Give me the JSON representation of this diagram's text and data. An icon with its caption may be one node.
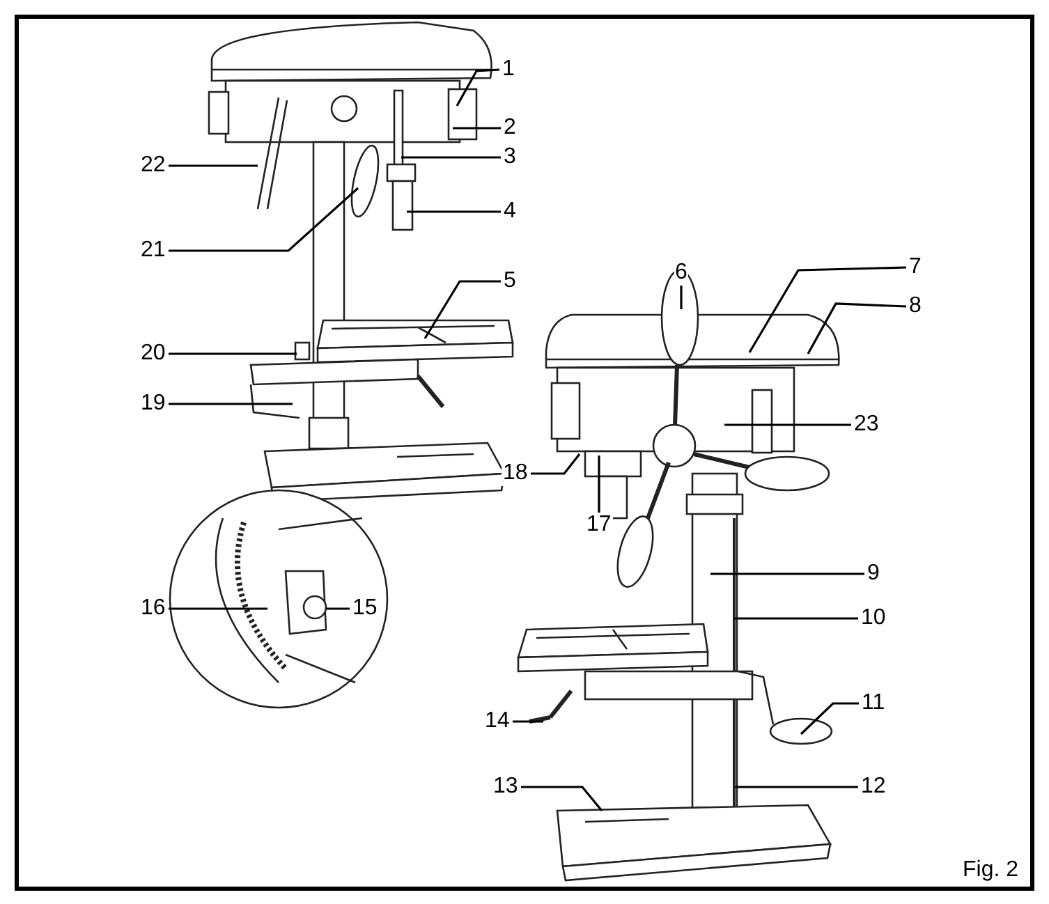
{
  "diagram": {
    "nodes": [
      {
        "text": [
          "1"
        ]
      },
      {
        "text": [
          "2"
        ]
      },
      {
        "text": [
          "3"
        ]
      },
      {
        "text": [
          "4"
        ]
      },
      {
        "text": [
          "5"
        ]
      },
      {
        "text": [
          "6"
        ]
      },
      {
        "text": [
          "7"
        ]
      },
      {
        "text": [
          "8"
        ]
      },
      {
        "text": [
          "9"
        ]
      },
      {
        "text": [
          "10"
        ]
      },
      {
        "text": [
          "11"
        ]
      },
      {
        "text": [
          "12"
        ]
      },
      {
        "text": [
          "13"
        ]
      },
      {
        "text": [
          "14"
        ]
      },
      {
        "text": [
          "15"
        ]
      },
      {
        "text": [
          "16"
        ]
      },
      {
        "text": [
          "17"
        ]
      },
      {
        "text": [
          "18"
        ]
      },
      {
        "text": [
          "19"
        ]
      },
      {
        "text": [
          "20"
        ]
      },
      {
        "text": [
          "21"
        ]
      },
      {
        "text": [
          "22"
        ]
      },
      {
        "text": [
          "23"
        ]
      }
    ],
    "edges": [
      {
        "from": 0,
        "to": null,
        "arrow": "none"
      },
      {
        "from": 1,
        "to": null,
        "arrow": "none"
      },
      {
        "from": 2,
        "to": null,
        "arrow": "none"
      },
      {
        "from": 3,
        "to": null,
        "arrow": "none"
      },
      {
        "from": 4,
        "to": null,
        "arrow": "none"
      },
      {
        "from": 5,
        "to": null,
        "arrow": "none"
      },
      {
        "from": 6,
        "to": null,
        "arrow": "none"
      },
      {
        "from": 7,
        "to": null,
        "arrow": "none"
      },
      {
        "from": 8,
        "to": null,
        "arrow": "none"
      },
      {
        "from": 9,
        "to": null,
        "arrow": "none"
      },
      {
        "from": 10,
        "to": null,
        "arrow": "none"
      },
      {
        "from": 11,
        "to": null,
        "arrow": "none"
      },
      {
        "from": 12,
        "to": null,
        "arrow": "none"
      },
      {
        "from": 13,
        "to": null,
        "arrow": "none"
      },
      {
        "from": 14,
        "to": null,
        "arrow": "none"
      },
      {
        "from": 15,
        "to": null,
        "arrow": "none"
      },
      {
        "from": 16,
        "to": null,
        "arrow": "none"
      },
      {
        "from": 17,
        "to": null,
        "arrow": "none"
      },
      {
        "from": 18,
        "to": null,
        "arrow": "none"
      },
      {
        "from": 19,
        "to": null,
        "arrow": "none"
      },
      {
        "from": 20,
        "to": null,
        "arrow": "none"
      },
      {
        "from": 21,
        "to": null,
        "arrow": "none"
      },
      {
        "from": 22,
        "to": null,
        "arrow": "none"
      }
    ],
    "labels": [
      "Fig. 2"
    ]
  }
}
